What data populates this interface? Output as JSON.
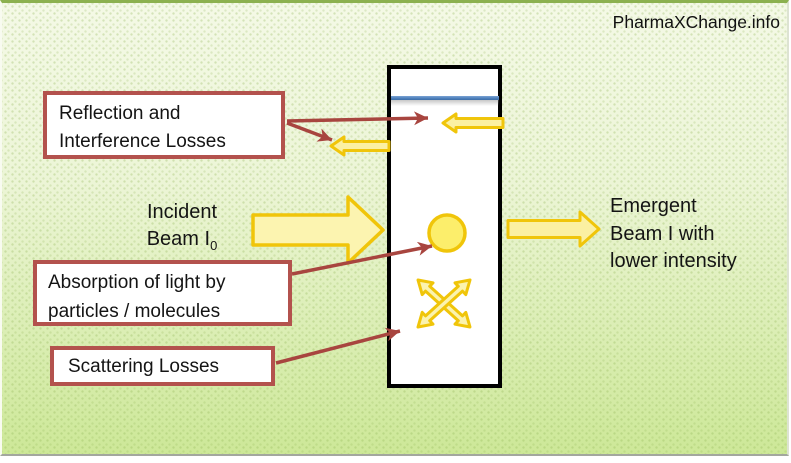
{
  "watermark": "PharmaXChange.info",
  "callouts": {
    "reflection": {
      "line1": "Reflection and",
      "line2": "Interference Losses"
    },
    "absorption": {
      "line1": "Absorption of light by",
      "line2": "particles / molecules"
    },
    "scattering": {
      "label": "Scattering Losses"
    }
  },
  "beams": {
    "incident": {
      "line1": "Incident",
      "line2_main": "Beam I",
      "line2_sub": "0"
    },
    "emergent": {
      "line1": "Emergent",
      "line2": "Beam I with",
      "line3": "lower intensity"
    }
  },
  "shapes": {
    "cuvette": "white rectangular cell with black outline",
    "meniscus_line": "horizontal blue line near cuvette top",
    "incident_arrow": "large yellow right-arrow entering cuvette",
    "emergent_arrow": "small yellow right-arrow leaving cuvette",
    "reflected_arrow_inner": "yellow left-arrow inside cuvette below meniscus",
    "reflected_arrow_outer": "yellow left-arrow outside cuvette left wall",
    "particle_circle": "yellow circle (absorbing particle)",
    "scattering_x": "two crossed yellow double-headed arrows",
    "pointer_arrows": "red-brown callout pointer arrows"
  },
  "colors": {
    "accent_red": "#b3524d",
    "pointer_red": "#a8453f",
    "gold_outline": "#f0c50a",
    "pale_yellow_fill": "#fcf4b0",
    "particle_yellow": "#fcee6b",
    "meniscus_blue": "#4f81bd",
    "slide_green_top": "#f4f9e6",
    "slide_green_bottom": "#cde898",
    "top_bar_green": "#8cb150",
    "cuvette_border": "#000000"
  }
}
